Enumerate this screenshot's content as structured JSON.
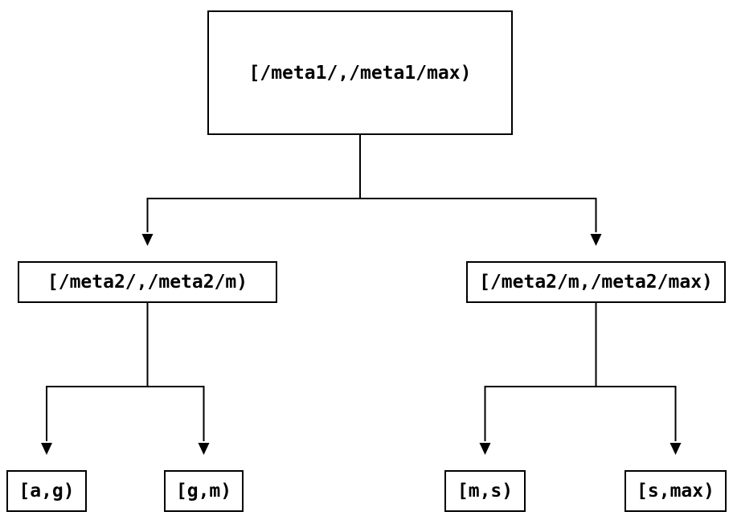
{
  "diagram": {
    "type": "tree",
    "nodes": {
      "root": {
        "label": "[/meta1/,/meta1/max)"
      },
      "meta2_low": {
        "label": "[/meta2/,/meta2/m)"
      },
      "meta2_high": {
        "label": "[/meta2/m,/meta2/max)"
      },
      "leaf_a_g": {
        "label": "[a,g)"
      },
      "leaf_g_m": {
        "label": "[g,m)"
      },
      "leaf_m_s": {
        "label": "[m,s)"
      },
      "leaf_s_max": {
        "label": "[s,max)"
      }
    },
    "edges": [
      {
        "from": "root",
        "to": "meta2_low"
      },
      {
        "from": "root",
        "to": "meta2_high"
      },
      {
        "from": "meta2_low",
        "to": "leaf_a_g"
      },
      {
        "from": "meta2_low",
        "to": "leaf_g_m"
      },
      {
        "from": "meta2_high",
        "to": "leaf_m_s"
      },
      {
        "from": "meta2_high",
        "to": "leaf_s_max"
      }
    ]
  },
  "colors": {
    "background": "#ffffff",
    "line": "#000000",
    "node_border": "#000000",
    "node_fill": "#ffffff",
    "text": "#000000"
  }
}
